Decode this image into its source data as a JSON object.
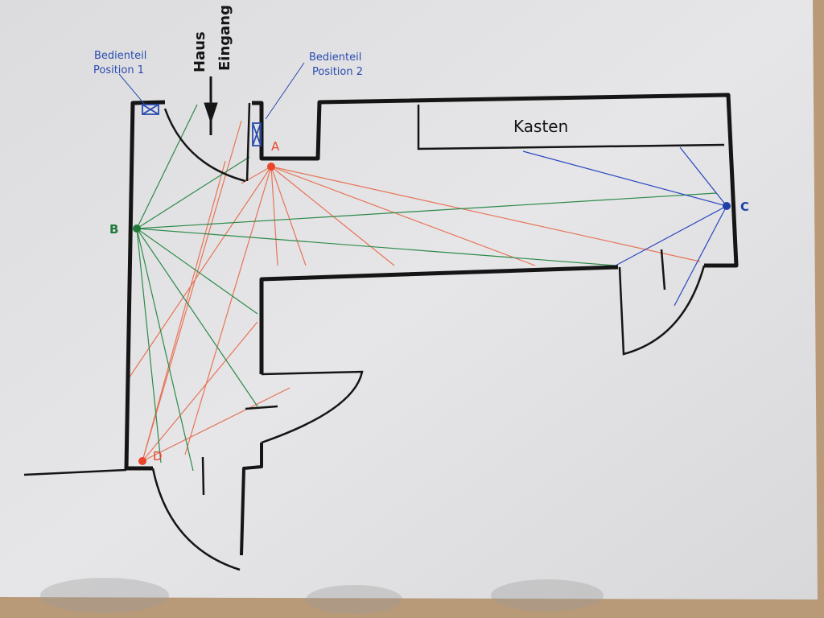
{
  "labels": {
    "panel_1_line1": "Bedienteil",
    "panel_1_line2": "Position 1",
    "panel_2_line1": "Bedienteil",
    "panel_2_line2": "Position 2",
    "entrance_line1": "Haus",
    "entrance_line2": "Eingang",
    "cabinet": "Kasten"
  },
  "points": {
    "A": {
      "label": "A",
      "color": "#e8452a"
    },
    "B": {
      "label": "B",
      "color": "#1f7a3a"
    },
    "C": {
      "label": "C",
      "color": "#1f3fa8"
    },
    "D": {
      "label": "D",
      "color": "#e8452a"
    }
  },
  "colors": {
    "wall": "#151515",
    "paper": "#e3e3e5",
    "panel": "#2a4bb0"
  }
}
